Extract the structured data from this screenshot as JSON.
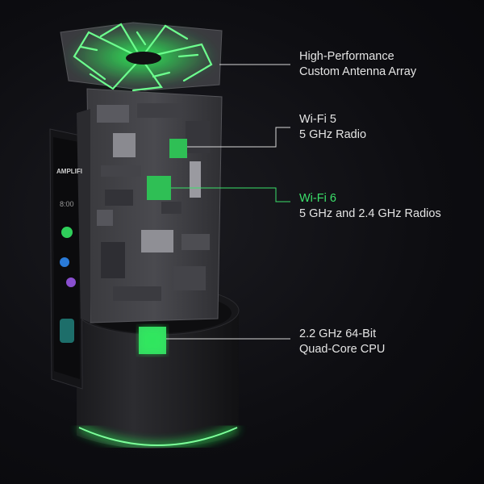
{
  "product": {
    "brand_label": "AMPLIFI",
    "screen_readout": "8:00"
  },
  "callouts": [
    {
      "line1": "High-Performance",
      "line2": "Custom Antenna Array",
      "highlight": false
    },
    {
      "line1": "Wi-Fi 5",
      "line2": "5 GHz Radio",
      "highlight": false
    },
    {
      "line1": "Wi-Fi 6",
      "line2": "5 GHz and 2.4 GHz Radios",
      "highlight": true
    },
    {
      "line1": "2.2 GHz 64-Bit",
      "line2": "Quad-Core CPU",
      "highlight": false
    }
  ],
  "colors": {
    "accent_green": "#3be06a",
    "glow_green": "#2cff5a",
    "background": "#0c0c10",
    "text": "#e4e4e4"
  }
}
